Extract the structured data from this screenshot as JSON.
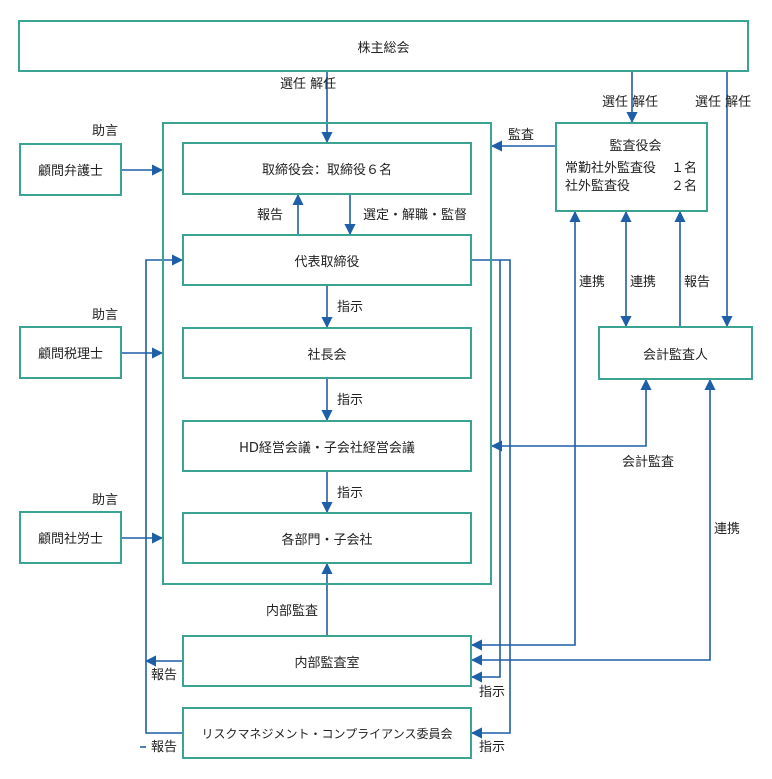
{
  "boxes": {
    "shareholders": "株主総会",
    "board": "取締役会：取締役６名",
    "representative": "代表取締役",
    "president_council": "社長会",
    "management_council": "HD経営会議・子会社経営会議",
    "departments": "各部門・子会社",
    "internal_audit_office": "内部監査室",
    "risk_committee": "リスクマネジメント・コンプライアンス委員会",
    "audit_board": {
      "title": "監査役会",
      "line1_label": "常勤社外監査役",
      "line1_count": "１名",
      "line2_label": "社外監査役",
      "line2_count": "２名"
    },
    "accounting_auditor": "会計監査人",
    "lawyer": "顧問弁護士",
    "tax_accountant": "顧問税理士",
    "labor_consultant": "顧問社労士"
  },
  "labels": {
    "elect_dismiss_left": "選任 解任",
    "elect_dismiss_mid": "選任 解任",
    "elect_dismiss_right": "選任 解任",
    "audit": "監査",
    "advice_1": "助言",
    "advice_2": "助言",
    "advice_3": "助言",
    "report_board": "報告",
    "select_dismiss_supervise": "選定・解職・監督",
    "instruct_1": "指示",
    "instruct_2": "指示",
    "instruct_3": "指示",
    "cooperate_1": "連携",
    "cooperate_2": "連携",
    "report_auditor": "報告",
    "accounting_audit": "会計監査",
    "cooperate_3": "連携",
    "internal_audit": "内部監査",
    "report_internal": "報告",
    "instruct_internal": "指示",
    "report_risk": "報告",
    "instruct_risk": "指示"
  }
}
